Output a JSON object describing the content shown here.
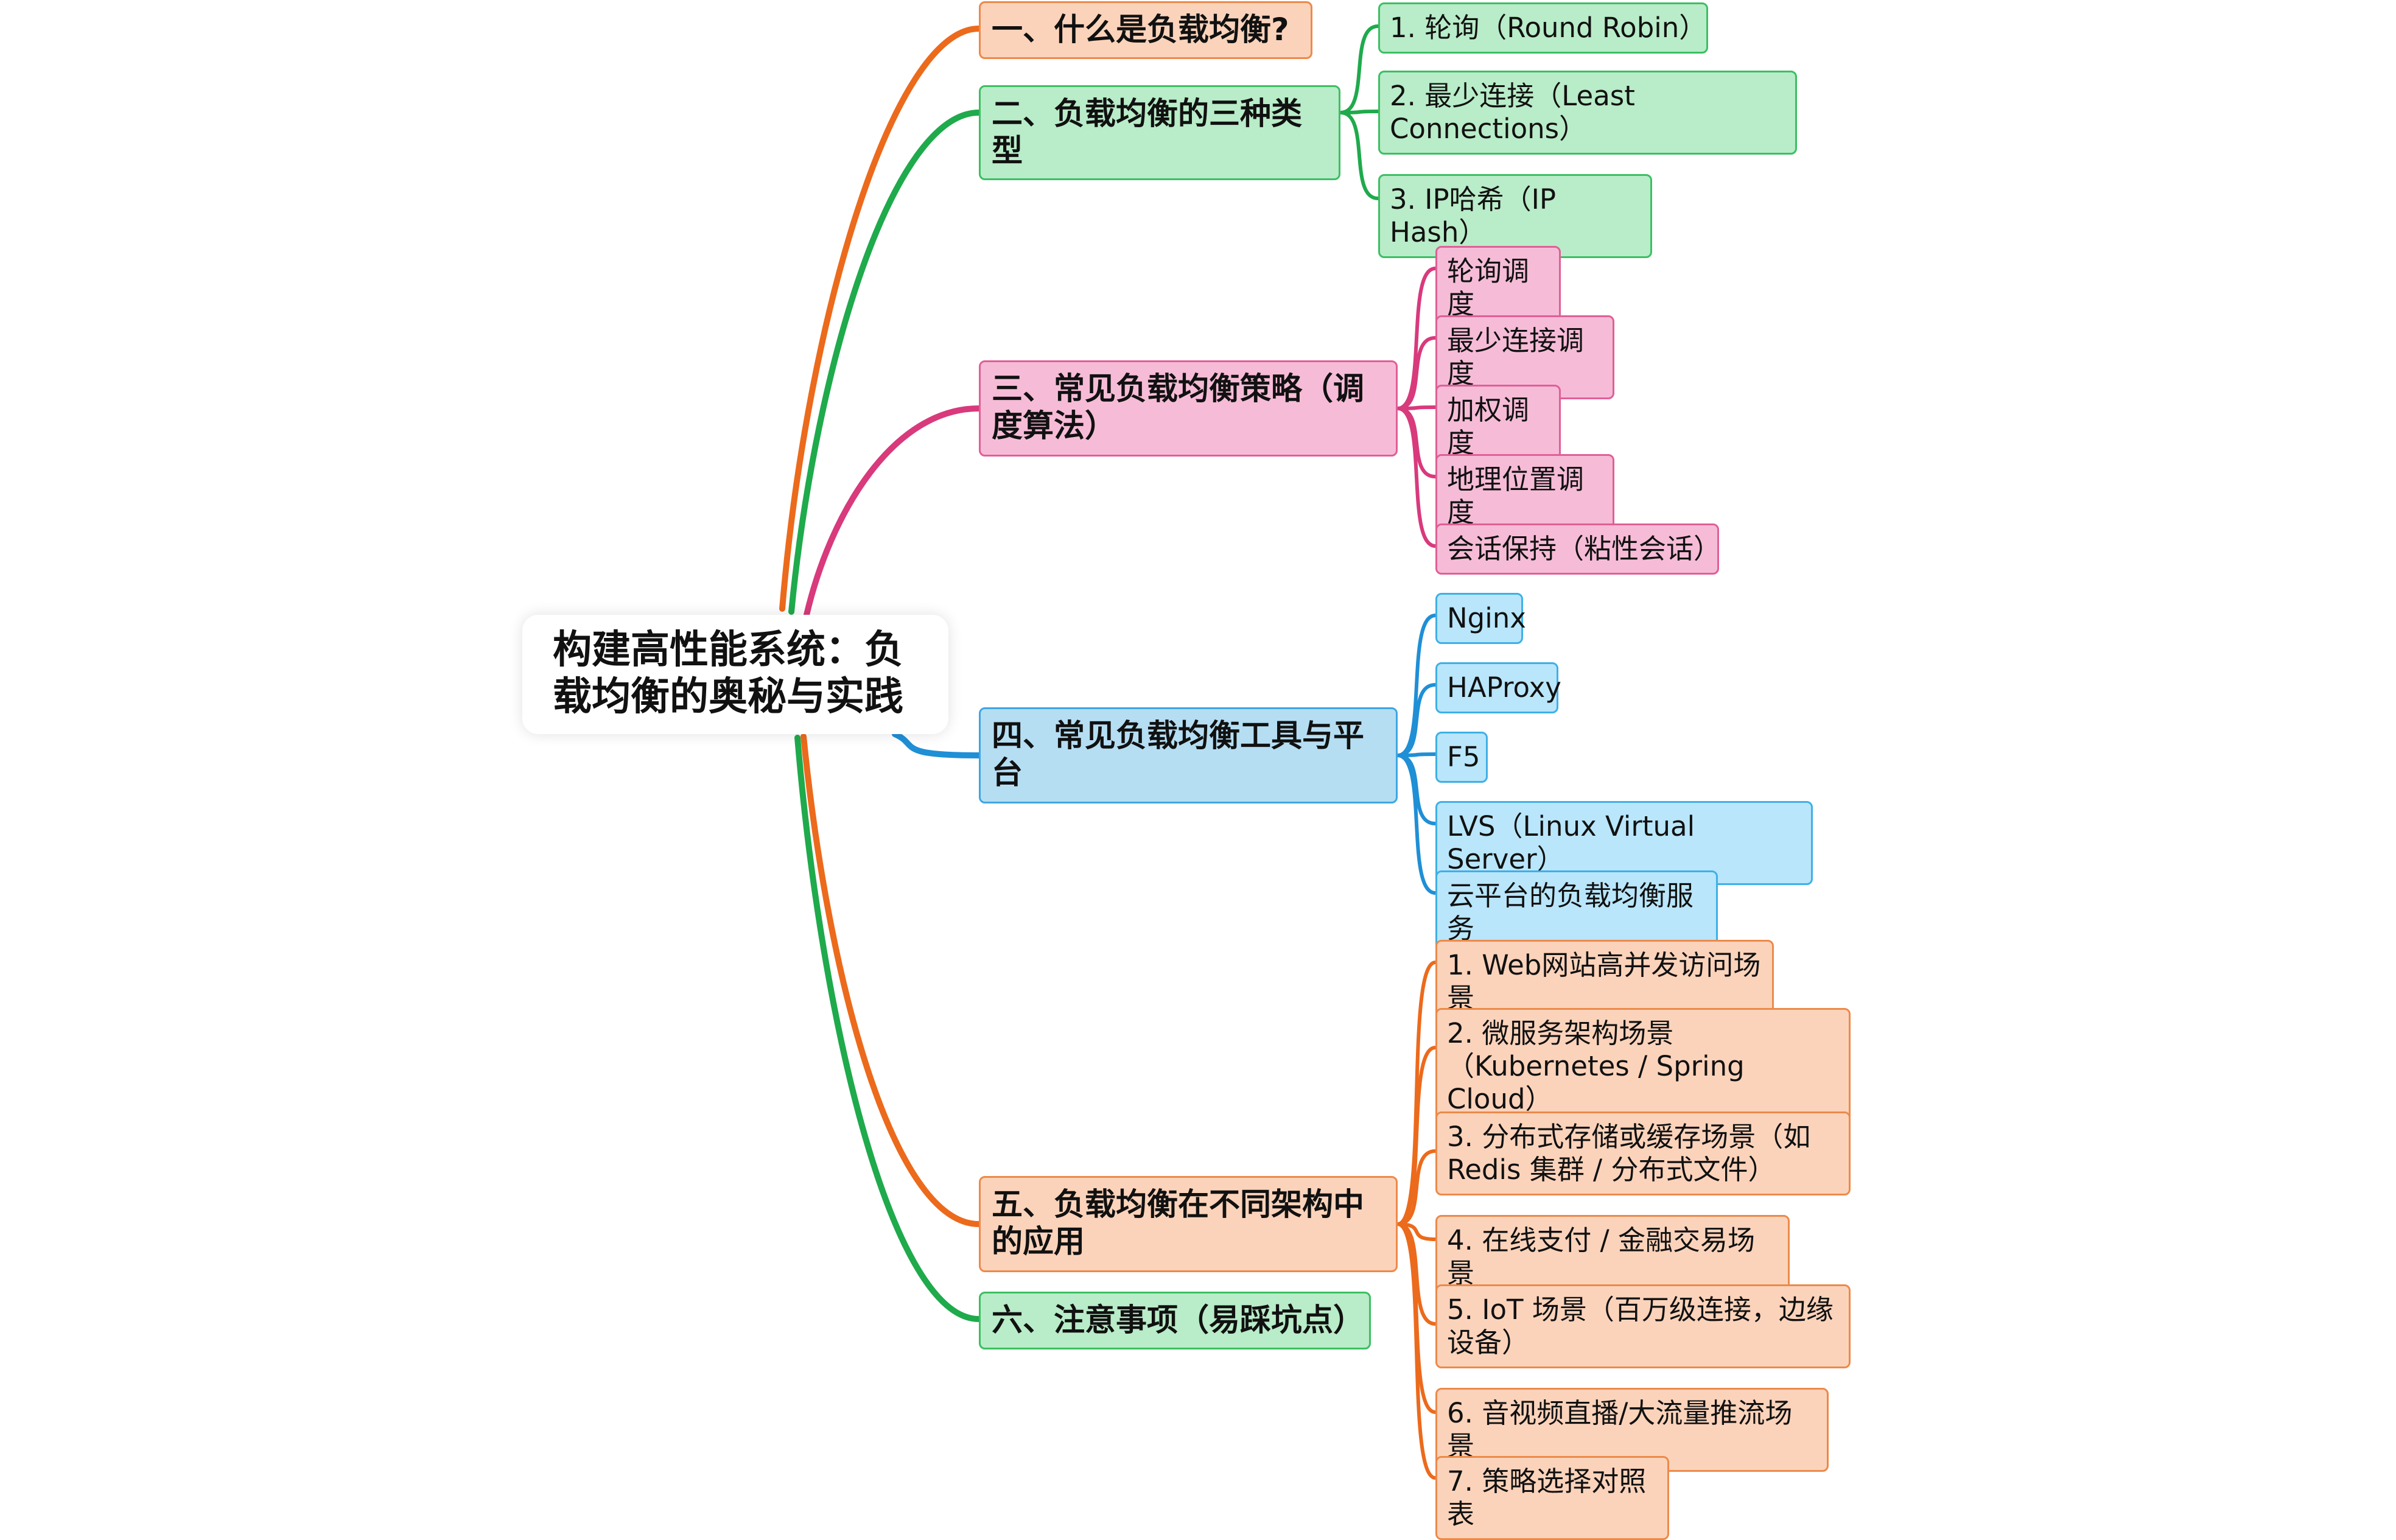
{
  "root": {
    "title": "构建高性能系统：负载均衡的奥秘与实践"
  },
  "colors": {
    "orange": {
      "line": "#ec6a1c",
      "fill": "#fbd3bb",
      "border": "#ec8a4a"
    },
    "green": {
      "line": "#1faa4c",
      "fill": "#b9ecc8",
      "border": "#3cbf63"
    },
    "pink": {
      "line": "#d83a7c",
      "fill": "#f6bcd7",
      "border": "#e05f97"
    },
    "blue": {
      "line": "#1f8fd6",
      "fill": "#b5def3",
      "border": "#3fa6e2"
    },
    "lightblue": {
      "fill": "#b9e6fb",
      "border": "#3fb0e6"
    }
  },
  "branches": [
    {
      "label": "一、什么是负载均衡?",
      "color": "orange",
      "children": []
    },
    {
      "label": "二、负载均衡的三种类型",
      "color": "green",
      "children": [
        "1. 轮询（Round Robin）",
        "2. 最少连接（Least Connections）",
        "3. IP哈希（IP Hash）"
      ]
    },
    {
      "label": "三、常见负载均衡策略（调度算法）",
      "color": "pink",
      "children": [
        "轮询调度",
        "最少连接调度",
        "加权调度",
        "地理位置调度",
        "会话保持（粘性会话）"
      ]
    },
    {
      "label": "四、常见负载均衡工具与平台",
      "color": "blue",
      "children": [
        "Nginx",
        "HAProxy",
        "F5",
        "LVS（Linux Virtual Server）",
        "云平台的负载均衡服务"
      ]
    },
    {
      "label": "五、负载均衡在不同架构中的应用",
      "color": "orange",
      "children": [
        "1. Web网站高并发访问场景",
        "2. 微服务架构场景（Kubernetes / Spring Cloud）",
        "3. 分布式存储或缓存场景（如 Redis 集群 / 分布式文件）",
        "4. 在线支付 / 金融交易场景",
        "5. IoT 场景（百万级连接，边缘设备）",
        "6. 音视频直播/大流量推流场景",
        "7. 策略选择对照表"
      ]
    },
    {
      "label": "六、注意事项（易踩坑点）",
      "color": "green",
      "children": []
    }
  ]
}
